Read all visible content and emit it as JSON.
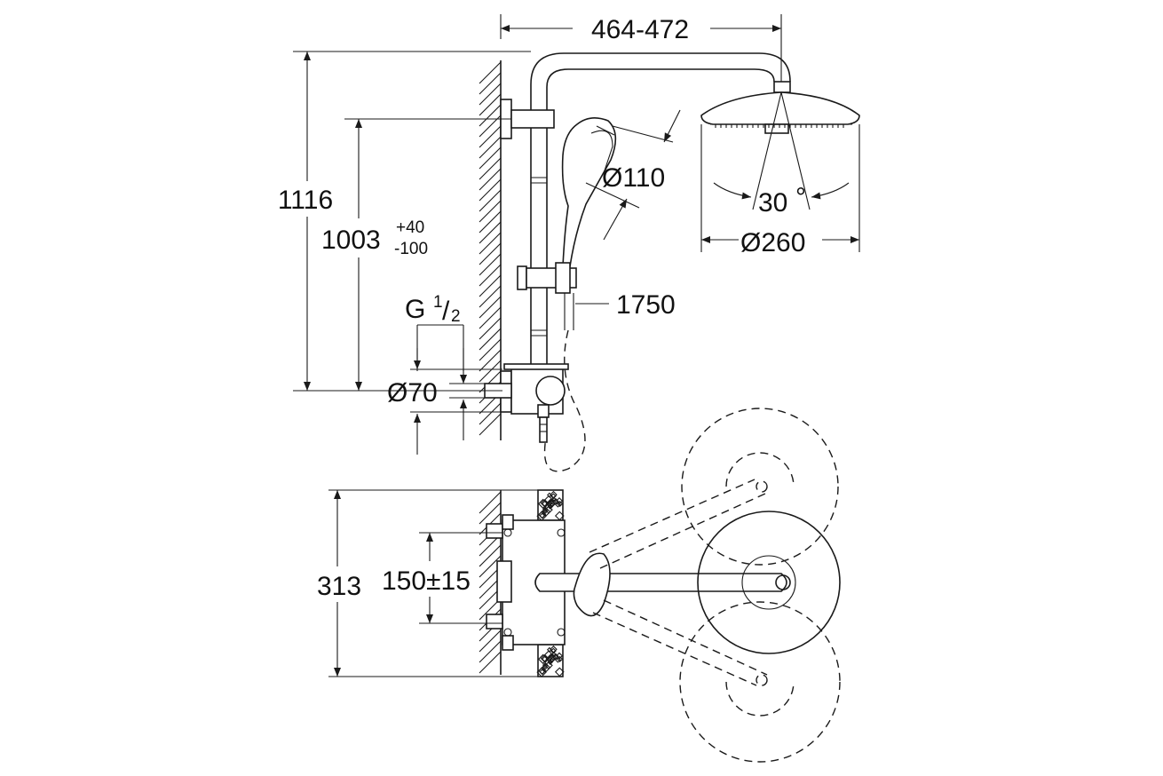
{
  "dimensions": {
    "width_span": "464-472",
    "total_height": "1116",
    "rail_height": "1003",
    "rail_height_tol_plus": "+40",
    "rail_height_tol_minus": "-100",
    "thread": "G",
    "thread_num": "1",
    "thread_den": "2",
    "hand_shower_dia": "Ø110",
    "head_shower_dia": "Ø260",
    "spray_angle": "30",
    "degree_mark": "°",
    "hose_length": "1750",
    "flange_dia": "Ø70",
    "projection": "313",
    "inlet_centers": "150±15"
  },
  "colors": {
    "line": "#1a1a1a",
    "background": "#ffffff"
  }
}
